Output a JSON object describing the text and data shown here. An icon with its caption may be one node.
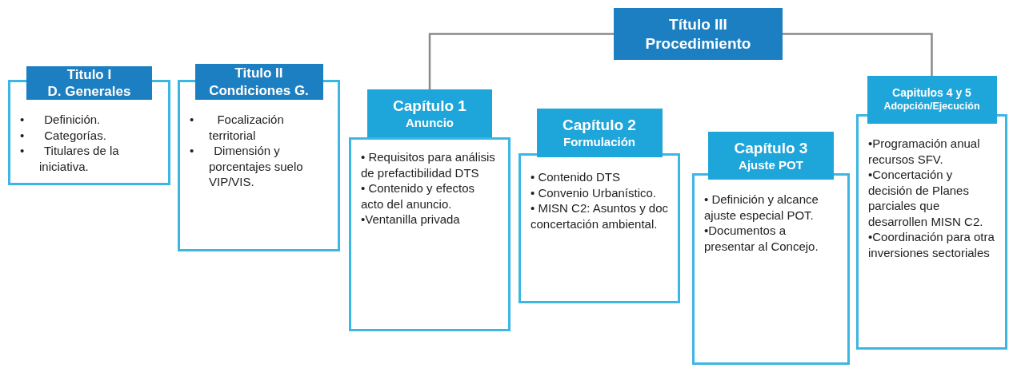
{
  "diagram": {
    "nodes": [
      {
        "text": [
          "Título III",
          "Procedimiento"
        ]
      },
      {
        "text": [
          "Titulo I",
          "D. Generales",
          "•      Definición.",
          "•      Categorías.",
          "•      Titulares de la iniciativa."
        ]
      },
      {
        "text": [
          "Titulo II",
          "Condiciones G.",
          "•       Focalización territorial",
          "•      Dimensión y porcentajes suelo VIP/VIS."
        ]
      },
      {
        "text": [
          "Capítulo 1",
          "Anuncio",
          "• Requisitos para análisis de prefactibilidad DTS",
          "• Contenido y efectos acto del anuncio.",
          "•Ventanilla privada"
        ]
      },
      {
        "text": [
          "Capítulo 2",
          "Formulación",
          "• Contenido DTS",
          "• Convenio Urbanístico.",
          "• MISN C2: Asuntos y doc concertación ambiental."
        ]
      },
      {
        "text": [
          "Capítulo 3",
          "Ajuste POT",
          "• Definición y alcance ajuste especial POT.",
          "•Documentos a presentar al Concejo."
        ]
      },
      {
        "text": [
          "Capitulos 4 y 5",
          "Adopción/Ejecución",
          "•Programación anual recursos SFV.",
          "•Concertación y decisión de Planes parciales que desarrollen MISN C2.",
          "•Coordinación para otra inversiones sectoriales"
        ]
      }
    ],
    "edges": [
      {
        "from": 0,
        "to": 3,
        "arrow": "none"
      },
      {
        "from": 0,
        "to": 6,
        "arrow": "none"
      }
    ]
  }
}
